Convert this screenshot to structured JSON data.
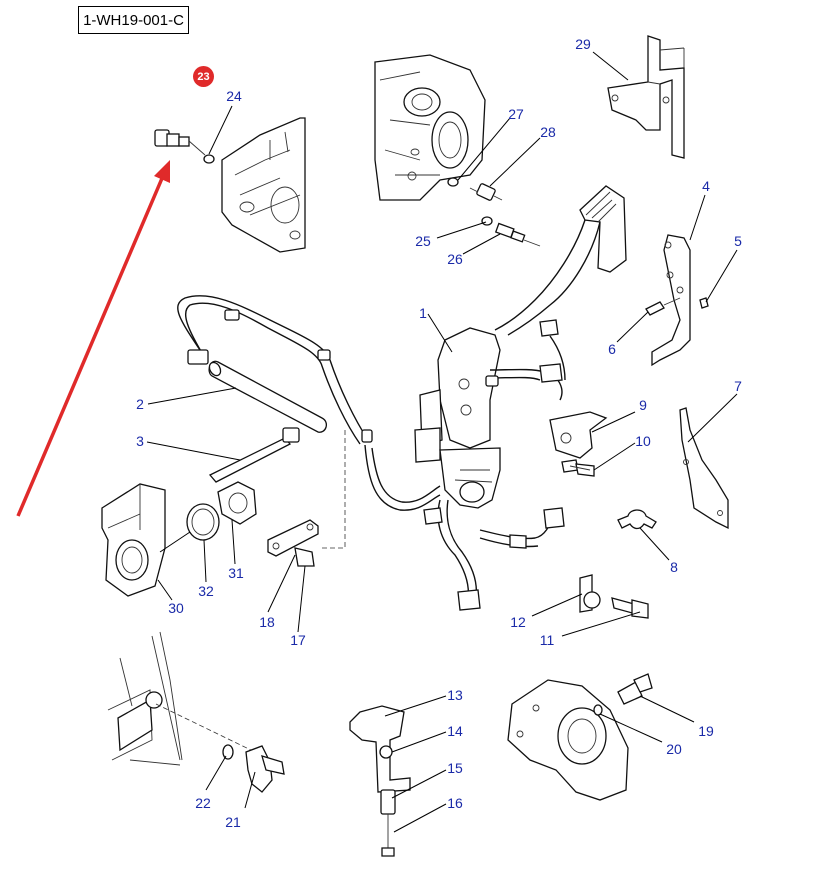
{
  "diagram": {
    "reference": "1-WH19-001-C",
    "highlighted_part": "23",
    "arrow_color": "#e02a2a",
    "callout_color": "#1a2aa8",
    "callouts": [
      {
        "id": "c1",
        "label": "1"
      },
      {
        "id": "c2",
        "label": "2"
      },
      {
        "id": "c3",
        "label": "3"
      },
      {
        "id": "c4",
        "label": "4"
      },
      {
        "id": "c5",
        "label": "5"
      },
      {
        "id": "c6",
        "label": "6"
      },
      {
        "id": "c7",
        "label": "7"
      },
      {
        "id": "c8",
        "label": "8"
      },
      {
        "id": "c9",
        "label": "9"
      },
      {
        "id": "c10",
        "label": "10"
      },
      {
        "id": "c11",
        "label": "11"
      },
      {
        "id": "c12",
        "label": "12"
      },
      {
        "id": "c13",
        "label": "13"
      },
      {
        "id": "c14",
        "label": "14"
      },
      {
        "id": "c15",
        "label": "15"
      },
      {
        "id": "c16",
        "label": "16"
      },
      {
        "id": "c17",
        "label": "17"
      },
      {
        "id": "c18",
        "label": "18"
      },
      {
        "id": "c19",
        "label": "19"
      },
      {
        "id": "c20",
        "label": "20"
      },
      {
        "id": "c21",
        "label": "21"
      },
      {
        "id": "c22",
        "label": "22"
      },
      {
        "id": "c24",
        "label": "24"
      },
      {
        "id": "c25",
        "label": "25"
      },
      {
        "id": "c26",
        "label": "26"
      },
      {
        "id": "c27",
        "label": "27"
      },
      {
        "id": "c28",
        "label": "28"
      },
      {
        "id": "c29",
        "label": "29"
      },
      {
        "id": "c30",
        "label": "30"
      },
      {
        "id": "c31",
        "label": "31"
      },
      {
        "id": "c32",
        "label": "32"
      }
    ]
  }
}
